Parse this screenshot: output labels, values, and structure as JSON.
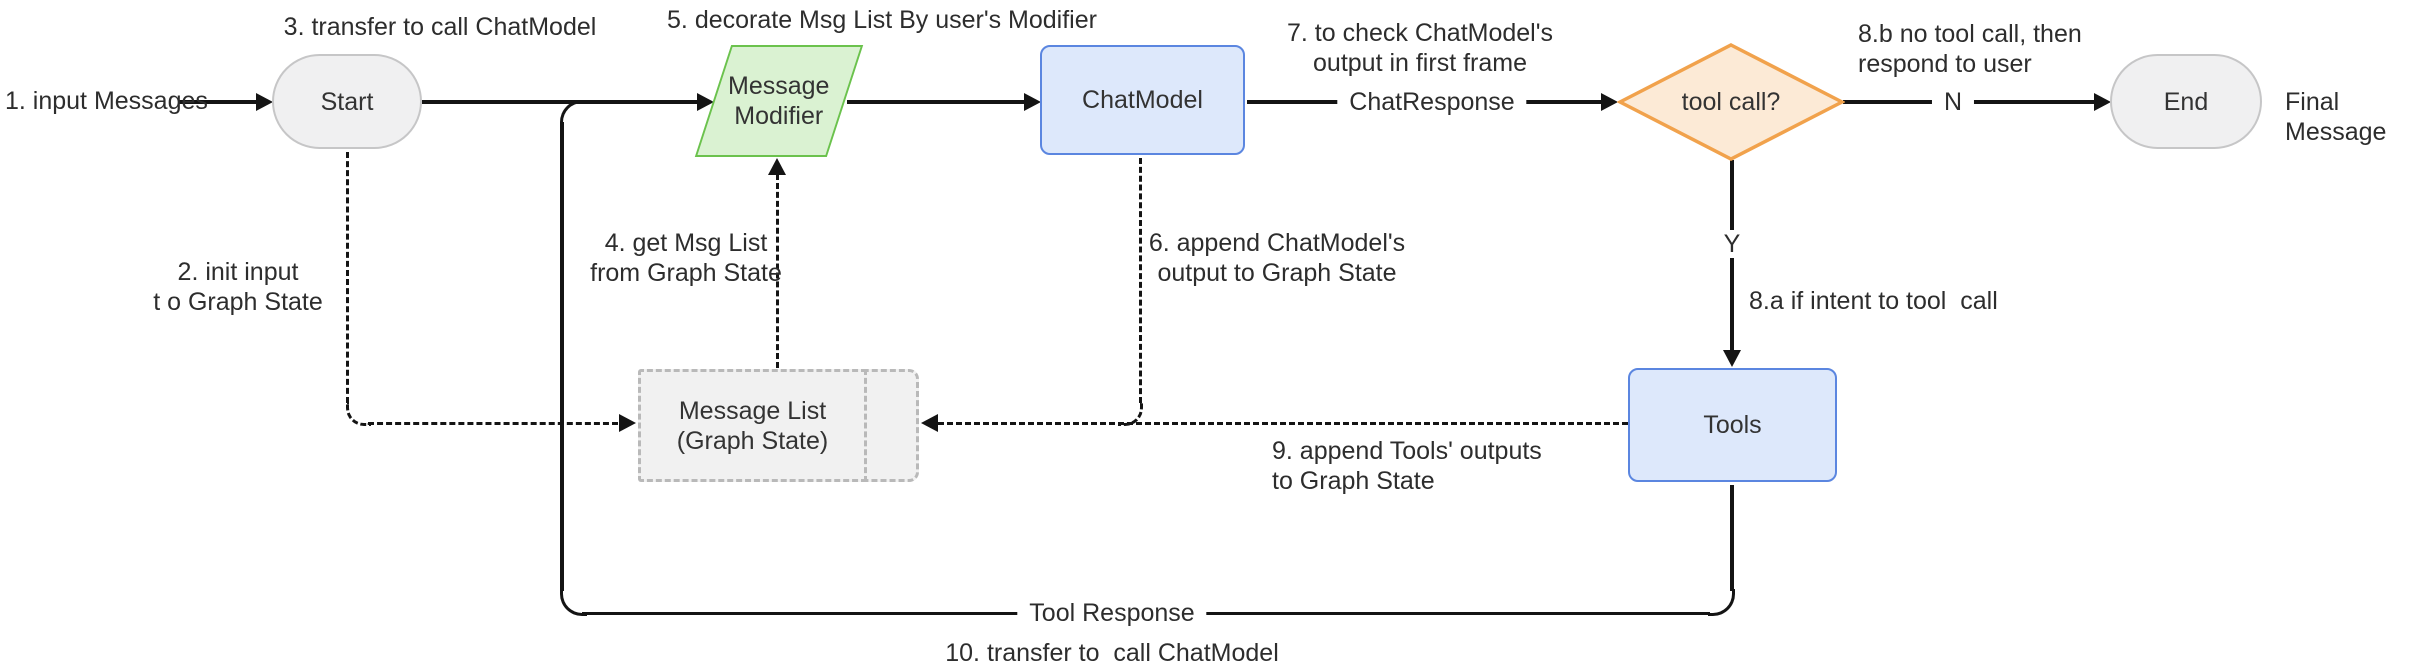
{
  "nodes": {
    "start": "Start",
    "message_modifier": "Message\nModifier",
    "chat_model": "ChatModel",
    "tool_call": "tool call?",
    "end": "End",
    "message_list": "Message List\n(Graph State)",
    "tools": "Tools"
  },
  "edge_labels": {
    "chat_response": "ChatResponse",
    "tool_response": "Tool Response",
    "final_message": "Final Message",
    "yes": "Y",
    "no": "N"
  },
  "step_labels": {
    "s1": "1. input Messages",
    "s2": "2. init input\nt o Graph State",
    "s3": "3. transfer to call ChatModel",
    "s4": "4. get Msg List\nfrom Graph State",
    "s5": "5. decorate Msg List By user's Modifier",
    "s6": "6. append ChatModel's\noutput to Graph State",
    "s7": "7. to check ChatModel's\noutput in first frame",
    "s8a": "8.a if intent to tool  call",
    "s8b": "8.b no tool call, then\nrespond to user",
    "s9": "9. append Tools' outputs\nto Graph State",
    "s10": "10. transfer to  call ChatModel"
  },
  "colors": {
    "line": "#141414",
    "process_fill": "#dde8fb",
    "process_border": "#5b86e0",
    "decision_fill": "#fcead6",
    "decision_border": "#f1a24c",
    "modifier_fill": "#daf2d2",
    "modifier_border": "#6bc24d",
    "terminal_fill": "#f0f0f1",
    "terminal_border": "#c6c6c7",
    "state_fill": "#f1f1f1",
    "state_border": "#b9b9b9"
  }
}
